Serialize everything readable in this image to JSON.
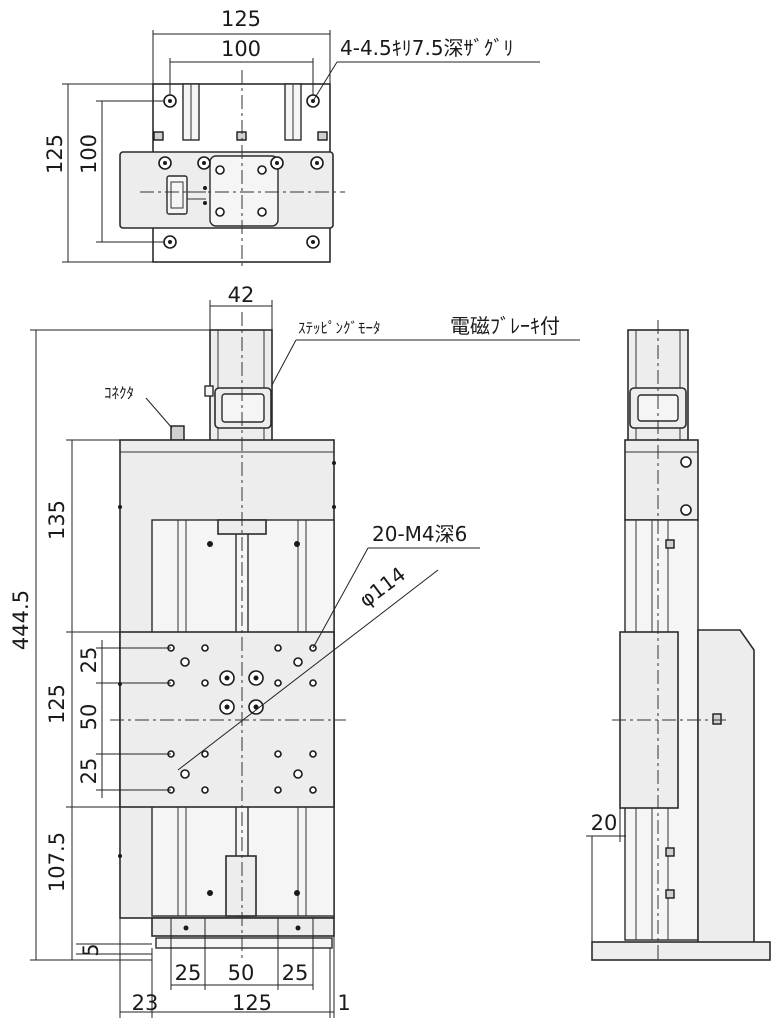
{
  "top_view": {
    "dims": {
      "width_outer": "125",
      "width_inner": "100",
      "height_outer": "125",
      "height_inner": "100"
    },
    "note_counterbore": "4-4.5ｷﾘ7.5深ｻﾞｸﾞﾘ"
  },
  "front_view": {
    "dims": {
      "motor_width": "42",
      "total_height": "444.5",
      "upper": "135",
      "middle": "125",
      "lower": "107.5",
      "base": "5",
      "pitch_top": "25",
      "pitch_mid": "50",
      "pitch_bot": "25",
      "bottom_25_left": "25",
      "bottom_50": "50",
      "bottom_25_right": "25",
      "bottom_left_offset": "23",
      "bottom_width": "125",
      "bottom_right_offset": "1"
    },
    "label_motor": "ｽﾃｯﾋﾟﾝｸﾞﾓｰﾀ",
    "label_brake": "電磁ﾌﾞﾚｰｷ付",
    "label_connector": "ｺﾈｸﾀ",
    "label_taps": "20-M4深6",
    "label_circle": "φ114"
  },
  "side_view": {
    "dims": {
      "offset": "20"
    }
  }
}
